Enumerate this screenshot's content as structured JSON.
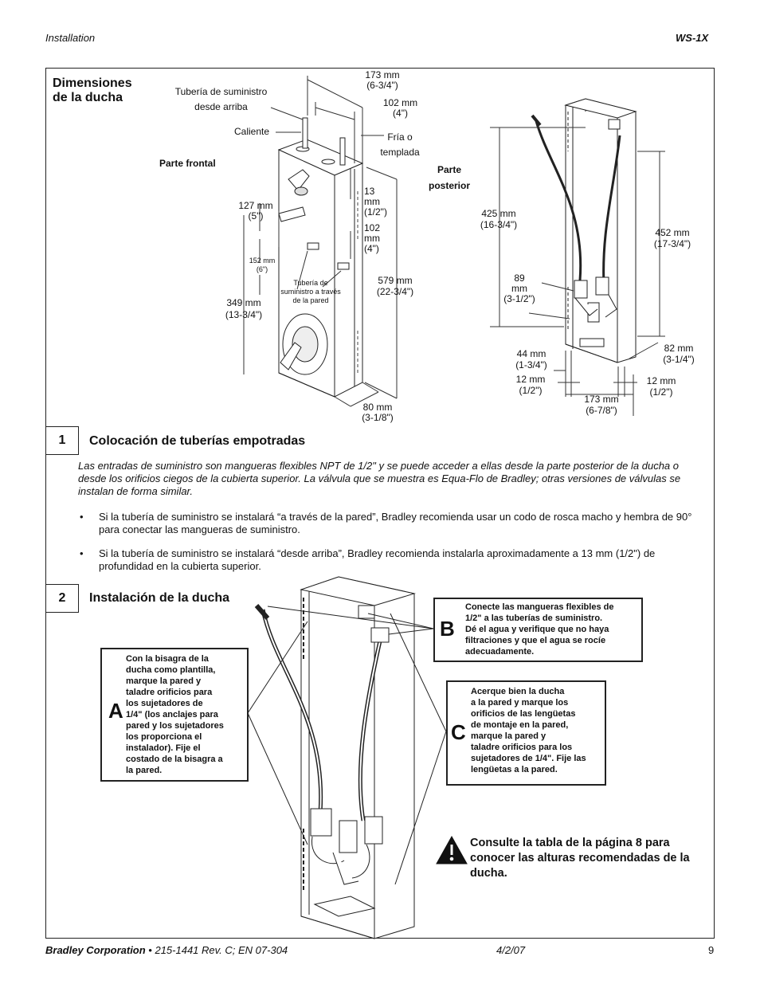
{
  "header": {
    "section": "Installation",
    "model": "WS-1X"
  },
  "figure": {
    "title": "Dimensiones\nde la ducha",
    "front_label": "Parte frontal",
    "back_label": "Parte\nposterior",
    "front": {
      "supply_from_above": "Tubería de suministro\ndesde arriba",
      "hot": "Caliente",
      "cold": "Fría o\ntemplada",
      "dim_173": "173 mm\n(6-3/4\")",
      "dim_102_top": "102 mm\n(4\")",
      "dim_13": "13\nmm\n(1/2\")",
      "dim_102_side": "102\nmm\n(4\")",
      "dim_127": "127 mm\n(5\")",
      "dim_152": "152 mm\n(6\")",
      "through_wall": "Tubería de\nsuministro a través\nde la pared",
      "dim_349": "349 mm\n(13-3/4\")",
      "dim_579": "579 mm\n(22-3/4\")",
      "dim_80": "80 mm\n(3-1/8\")"
    },
    "back": {
      "dim_425": "425 mm\n(16-3/4\")",
      "dim_452": "452 mm\n(17-3/4\")",
      "dim_89": "89\nmm\n(3-1/2\")",
      "dim_44": "44 mm\n(1-3/4\")",
      "dim_82": "82 mm\n(3-1/4\")",
      "dim_12_left": "12 mm\n(1/2\")",
      "dim_12_right": "12 mm\n(1/2\")",
      "dim_173": "173 mm\n(6-7/8\")"
    }
  },
  "step1": {
    "number": "1",
    "title": "Colocación de tuberías empotradas",
    "intro": "Las entradas de suministro son mangueras flexibles NPT de 1/2\" y se puede acceder a ellas desde la parte posterior de la ducha o desde los orificios ciegos de la cubierta superior. La válvula que se muestra es Equa-Flo de Bradley; otras versiones de válvulas se instalan de forma similar.",
    "bullets": [
      "Si la tubería de suministro se instalará “a través de la pared”, Bradley recomienda usar un codo de rosca macho y hembra de 90° para conectar las mangueras de suministro.",
      "Si la tubería de suministro se instalará “desde arriba”, Bradley recomienda instalarla aproximadamente a 13 mm (1/2\") de profundidad en la cubierta superior."
    ]
  },
  "step2": {
    "number": "2",
    "title": "Instalación de la ducha",
    "callouts": {
      "a": {
        "letter": "A",
        "text": "Con la bisagra de la\nducha como plantilla,\nmarque la pared y\ntaladre orificios para\nlos sujetadores de\n1/4\" (los anclajes para\npared y los sujetadores\nlos proporciona el\ninstalador). Fije el\ncostado de la bisagra a\nla pared."
      },
      "b": {
        "letter": "B",
        "text": "Conecte las mangueras flexibles de\n1/2\" a las tuberías de suministro.\nDé el agua y verifique que no haya\nfiltraciones y que el agua se rocíe\nadecuadamente."
      },
      "c": {
        "letter": "C",
        "text": "Acerque bien la ducha\na la pared y marque los\norificios de las lengüetas\nde montaje en la pared,\nmarque la pared y\ntaladre orificios para los\nsujetadores de 1/4\". Fije las\nlengüetas a la pared."
      }
    },
    "warning": "Consulte la tabla de la página 8 para conocer las alturas recomendadas de la ducha.",
    "warning_icon": "warning-triangle-icon"
  },
  "footer": {
    "company": "Bradley Corporation",
    "doc": " • 215-1441 Rev. C; EN  07-304",
    "date": "4/2/07",
    "page": "9"
  }
}
